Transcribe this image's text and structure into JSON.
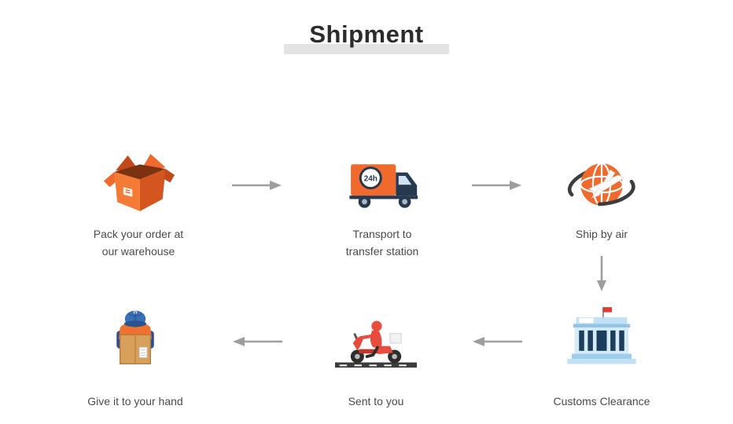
{
  "title": "Shipment",
  "truck": {
    "badge": "24h"
  },
  "steps": [
    {
      "id": "pack",
      "icon": "open-box-icon",
      "lines": [
        "Pack your order at",
        "our warehouse"
      ]
    },
    {
      "id": "transport",
      "icon": "delivery-truck-icon",
      "lines": [
        "Transport to",
        "transfer station"
      ]
    },
    {
      "id": "ship",
      "icon": "globe-airplane-icon",
      "lines": [
        "Ship by air"
      ]
    },
    {
      "id": "customs",
      "icon": "customs-building-icon",
      "lines": [
        "Customs Clearance"
      ]
    },
    {
      "id": "sent",
      "icon": "delivery-scooter-icon",
      "lines": [
        "Sent to you"
      ]
    },
    {
      "id": "hand",
      "icon": "courier-carrying-box-icon",
      "lines": [
        "Give it to your hand"
      ]
    }
  ],
  "connections": [
    {
      "from": "pack",
      "to": "transport",
      "direction": "right"
    },
    {
      "from": "transport",
      "to": "ship",
      "direction": "right"
    },
    {
      "from": "ship",
      "to": "customs",
      "direction": "down"
    },
    {
      "from": "customs",
      "to": "sent",
      "direction": "left"
    },
    {
      "from": "sent",
      "to": "hand",
      "direction": "left"
    }
  ],
  "colors": {
    "accent_orange": "#ef6a2c",
    "dark_orange": "#d4551f",
    "navy": "#27394e",
    "building_blue": "#bfe0f5",
    "building_dark_blue": "#1d3d5c",
    "scooter_red": "#e74c3c",
    "flag_red": "#e03c31",
    "arrow_gray": "#9e9e9e",
    "title_bar_gray": "#e3e3e3",
    "text_gray": "#4a4a4a",
    "box_tan": "#d9a05b"
  }
}
